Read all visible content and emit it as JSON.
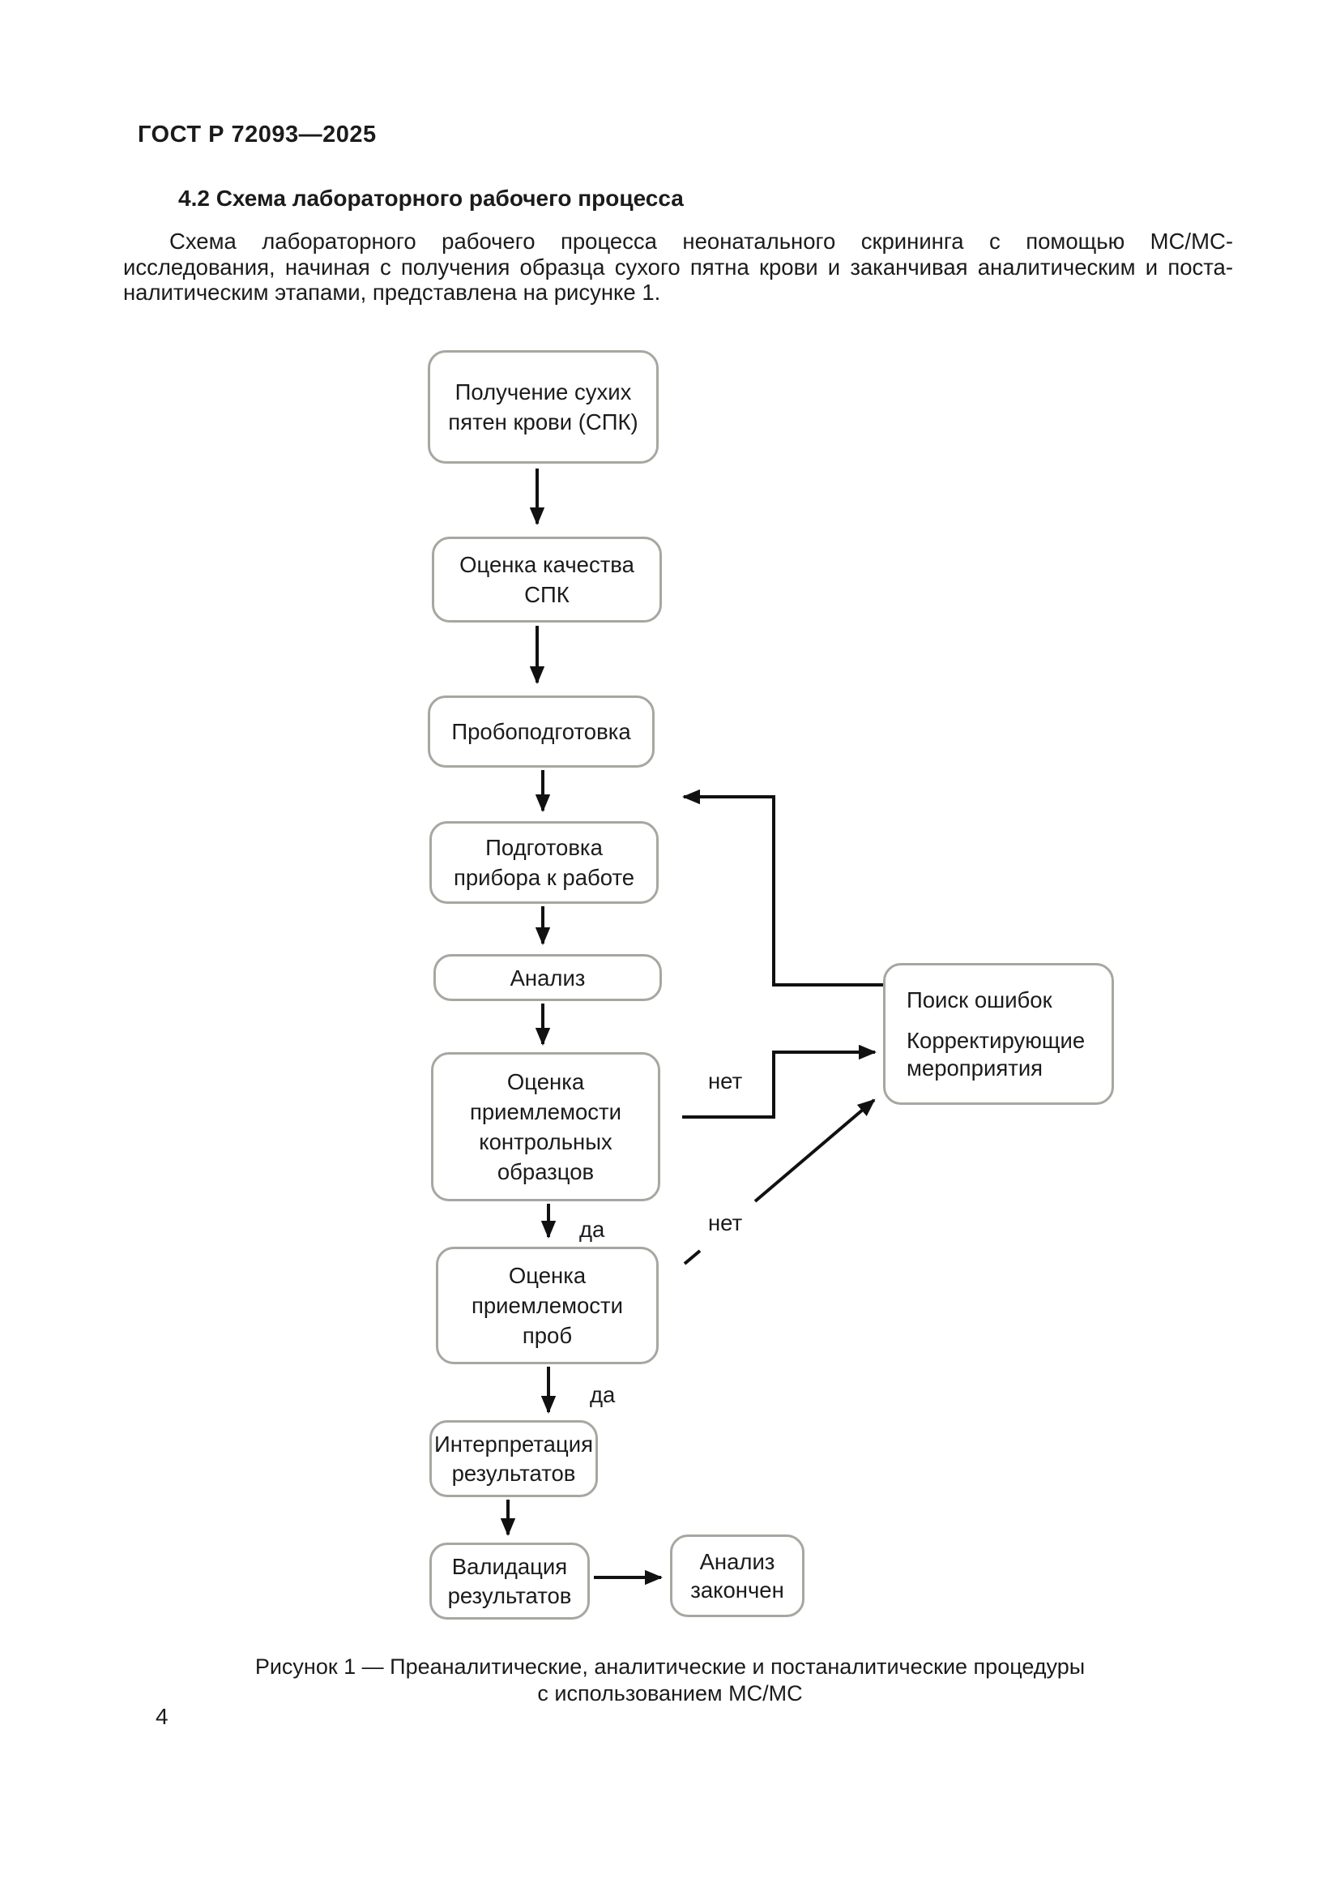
{
  "document": {
    "header": "ГОСТ Р 72093—2025",
    "section_heading": "4.2 Схема лабораторного рабочего процесса",
    "paragraph_lines": [
      "Схема лабораторного рабочего процесса неонатального скрининга с помощью МС/МС-",
      "исследования, начиная с получения образца сухого пятна крови и заканчивая аналитическим и поста-",
      "налитическим этапами, представлена на рисунке 1.",
      ""
    ],
    "page_number": "4"
  },
  "figure": {
    "caption_lines": [
      "Рисунок 1 — Преаналитические, аналитические и постаналитические процедуры",
      "с использованием МС/МС"
    ],
    "nodes": {
      "spk": {
        "lines": [
          "Получение сухих",
          "пятен крови (СПК)"
        ]
      },
      "quality": {
        "lines": [
          "Оценка качества",
          "СПК"
        ]
      },
      "sample_prep": {
        "lines": [
          "Пробоподготовка"
        ]
      },
      "device_prep": {
        "lines": [
          "Подготовка",
          "прибора к работе"
        ]
      },
      "analysis": {
        "lines": [
          "Анализ"
        ]
      },
      "control_eval": {
        "lines": [
          "Оценка",
          "приемлемости",
          "контрольных",
          "образцов"
        ]
      },
      "samples_eval": {
        "lines": [
          "Оценка",
          "приемлемости",
          "проб"
        ]
      },
      "interpretation": {
        "lines": [
          "Интерпретация",
          "результатов"
        ]
      },
      "validation": {
        "lines": [
          "Валидация",
          "результатов"
        ]
      },
      "done": {
        "lines": [
          "Анализ",
          "закончен"
        ]
      },
      "errors": {
        "lines": [
          "Поиск ошибок",
          "Корректирующие",
          "мероприятия"
        ]
      }
    },
    "edge_labels": {
      "yes1": "да",
      "yes2": "да",
      "no1": "нет",
      "no2": "нет"
    }
  },
  "colors": {
    "background": "#ffffff",
    "text": "#1b1b1b",
    "box_border": "#a5a8a0",
    "connector": "#111111"
  }
}
